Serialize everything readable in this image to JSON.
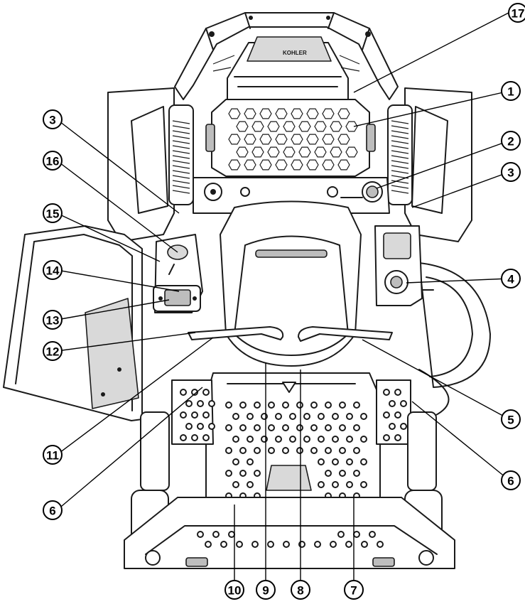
{
  "callouts": [
    {
      "id": "1",
      "label": "1"
    },
    {
      "id": "2",
      "label": "2"
    },
    {
      "id": "3a",
      "label": "3"
    },
    {
      "id": "3b",
      "label": "3"
    },
    {
      "id": "4",
      "label": "4"
    },
    {
      "id": "5",
      "label": "5"
    },
    {
      "id": "6a",
      "label": "6"
    },
    {
      "id": "6b",
      "label": "6"
    },
    {
      "id": "7",
      "label": "7"
    },
    {
      "id": "8",
      "label": "8"
    },
    {
      "id": "9",
      "label": "9"
    },
    {
      "id": "10",
      "label": "10"
    },
    {
      "id": "11",
      "label": "11"
    },
    {
      "id": "12",
      "label": "12"
    },
    {
      "id": "13",
      "label": "13"
    },
    {
      "id": "14",
      "label": "14"
    },
    {
      "id": "15",
      "label": "15"
    },
    {
      "id": "16",
      "label": "16"
    },
    {
      "id": "17",
      "label": "17"
    }
  ],
  "engine_brand": "KOHLER",
  "colors": {
    "line": "#1a1a1a",
    "fill_light": "#d9d9d9",
    "fill_mid": "#bdbdbd",
    "background": "#ffffff"
  }
}
